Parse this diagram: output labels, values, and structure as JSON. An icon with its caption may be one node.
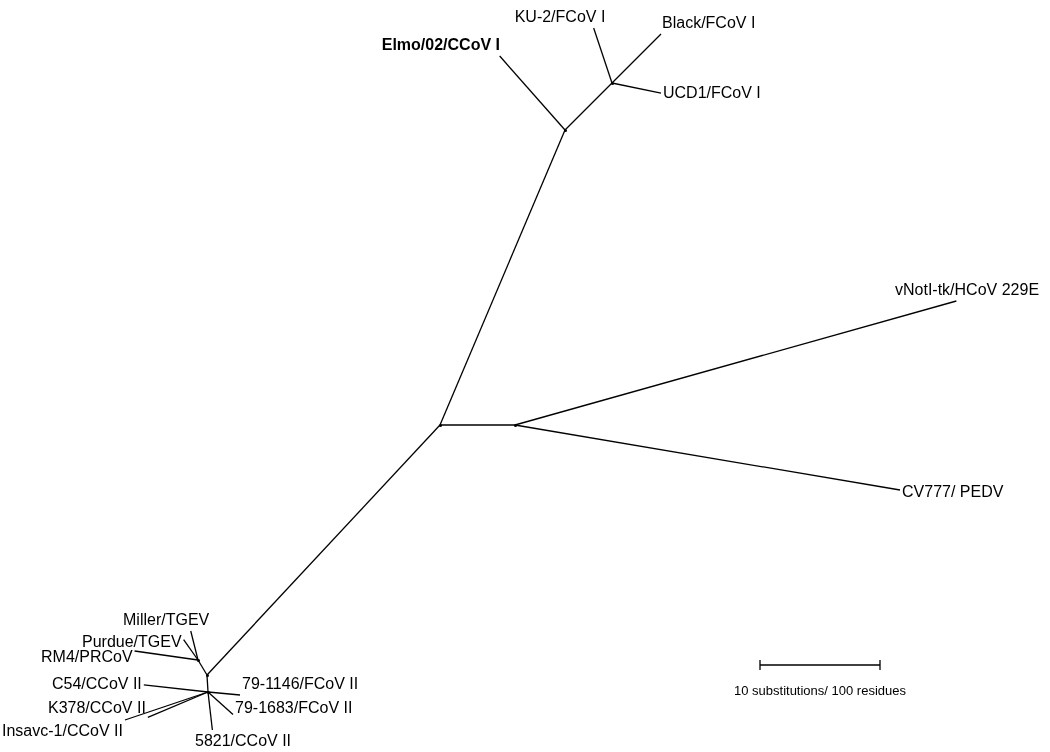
{
  "diagram": {
    "nodes": [
      {
        "text": [
          "Elmo/02/CCoV I"
        ]
      },
      {
        "text": [
          "KU-2/FCoV I"
        ]
      },
      {
        "text": [
          "Black/FCoV I"
        ]
      },
      {
        "text": [
          "UCD1/FCoV I"
        ]
      },
      {
        "text": [
          "vNotI-tk/HCoV 229E"
        ]
      },
      {
        "text": [
          "CV777/ PEDV"
        ]
      },
      {
        "text": [
          "Miller/TGEV"
        ]
      },
      {
        "text": [
          "Purdue/TGEV"
        ]
      },
      {
        "text": [
          "RM4/PRCoV"
        ]
      },
      {
        "text": [
          "C54/CCoV II"
        ]
      },
      {
        "text": [
          "79-1146/FCoV II"
        ]
      },
      {
        "text": [
          "K378/CCoV II"
        ]
      },
      {
        "text": [
          "79-1683/FCoV II"
        ]
      },
      {
        "text": [
          "Insavc-1/CCoV II"
        ]
      },
      {
        "text": [
          "5821/CCoV II"
        ]
      },
      {
        "text": [],
        "shape": "point"
      },
      {
        "text": [],
        "shape": "point"
      },
      {
        "text": [],
        "shape": "point"
      },
      {
        "text": [],
        "shape": "point"
      },
      {
        "text": [],
        "shape": "point"
      },
      {
        "text": [],
        "shape": "point"
      },
      {
        "text": [],
        "shape": "point"
      }
    ],
    "edges": [
      {
        "from": 15,
        "to": 16,
        "arrow": "none"
      },
      {
        "from": 15,
        "to": 17,
        "arrow": "none"
      },
      {
        "from": 17,
        "to": 0,
        "arrow": "none"
      },
      {
        "from": 17,
        "to": 18,
        "arrow": "none"
      },
      {
        "from": 18,
        "to": 1,
        "arrow": "none"
      },
      {
        "from": 18,
        "to": 2,
        "arrow": "none"
      },
      {
        "from": 18,
        "to": 3,
        "arrow": "none"
      },
      {
        "from": 16,
        "to": 4,
        "arrow": "none"
      },
      {
        "from": 16,
        "to": 5,
        "arrow": "none"
      },
      {
        "from": 15,
        "to": 19,
        "arrow": "none"
      },
      {
        "from": 19,
        "to": 20,
        "arrow": "none"
      },
      {
        "from": 20,
        "to": 6,
        "arrow": "none"
      },
      {
        "from": 20,
        "to": 7,
        "arrow": "none"
      },
      {
        "from": 20,
        "to": 8,
        "arrow": "none"
      },
      {
        "from": 19,
        "to": 21,
        "arrow": "none"
      },
      {
        "from": 21,
        "to": 9,
        "arrow": "none"
      },
      {
        "from": 21,
        "to": 10,
        "arrow": "none"
      },
      {
        "from": 21,
        "to": 11,
        "arrow": "none"
      },
      {
        "from": 21,
        "to": 12,
        "arrow": "none"
      },
      {
        "from": 21,
        "to": 13,
        "arrow": "none"
      },
      {
        "from": 21,
        "to": 14,
        "arrow": "none"
      }
    ],
    "labels": [
      "10 substitutions/ 100 residues"
    ]
  }
}
